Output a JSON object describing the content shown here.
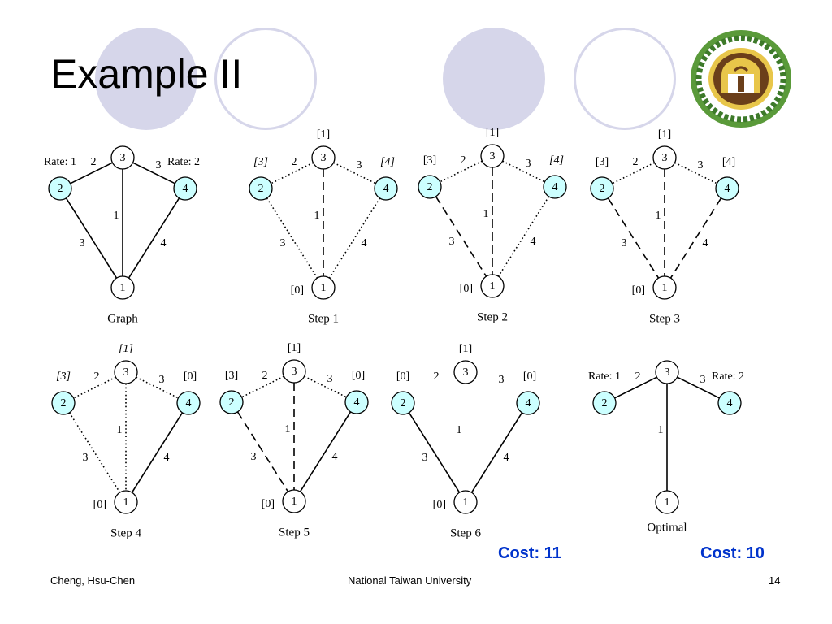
{
  "slide": {
    "title": "Example II",
    "footer_left": "Cheng, Hsu-Chen",
    "footer_center": "National Taiwan University",
    "page_number": "14",
    "accent_color": "#0033cc",
    "cost_labels": [
      "Cost: 11",
      "Cost: 10"
    ]
  },
  "graphs": [
    {
      "caption": "Graph",
      "edges": [
        {
          "from": 3,
          "to": 2,
          "style": "solid",
          "weight": "2"
        },
        {
          "from": 3,
          "to": 4,
          "style": "solid",
          "weight": "3"
        },
        {
          "from": 3,
          "to": 1,
          "style": "solid",
          "weight": "1"
        },
        {
          "from": 2,
          "to": 1,
          "style": "solid",
          "weight": "3"
        },
        {
          "from": 4,
          "to": 1,
          "style": "solid",
          "weight": "4"
        }
      ],
      "node_labels": {},
      "rate_labels": {
        "2": "Rate: 1",
        "4": "Rate: 2"
      }
    },
    {
      "caption": "Step 1",
      "edges": [
        {
          "from": 3,
          "to": 2,
          "style": "dotted",
          "weight": "2"
        },
        {
          "from": 3,
          "to": 4,
          "style": "dotted",
          "weight": "3"
        },
        {
          "from": 3,
          "to": 1,
          "style": "dashed",
          "weight": "1"
        },
        {
          "from": 2,
          "to": 1,
          "style": "dotted",
          "weight": "3"
        },
        {
          "from": 4,
          "to": 1,
          "style": "dotted",
          "weight": "4"
        }
      ],
      "node_labels": {
        "3": {
          "text": "[1]",
          "italic": false
        },
        "2": {
          "text": "[3]",
          "italic": true
        },
        "4": {
          "text": "[4]",
          "italic": true
        },
        "1": {
          "text": "[0]",
          "italic": false
        }
      }
    },
    {
      "caption": "Step 2",
      "edges": [
        {
          "from": 3,
          "to": 2,
          "style": "dotted",
          "weight": "2"
        },
        {
          "from": 3,
          "to": 4,
          "style": "dotted",
          "weight": "3"
        },
        {
          "from": 3,
          "to": 1,
          "style": "dashed",
          "weight": "1"
        },
        {
          "from": 2,
          "to": 1,
          "style": "dashed",
          "weight": "3"
        },
        {
          "from": 4,
          "to": 1,
          "style": "dotted",
          "weight": "4"
        }
      ],
      "node_labels": {
        "3": {
          "text": "[1]",
          "italic": false
        },
        "2": {
          "text": "[3]",
          "italic": false
        },
        "4": {
          "text": "[4]",
          "italic": true
        },
        "1": {
          "text": "[0]",
          "italic": false
        }
      }
    },
    {
      "caption": "Step 3",
      "edges": [
        {
          "from": 3,
          "to": 2,
          "style": "dotted",
          "weight": "2"
        },
        {
          "from": 3,
          "to": 4,
          "style": "dotted",
          "weight": "3"
        },
        {
          "from": 3,
          "to": 1,
          "style": "dashed",
          "weight": "1"
        },
        {
          "from": 2,
          "to": 1,
          "style": "dashed",
          "weight": "3"
        },
        {
          "from": 4,
          "to": 1,
          "style": "dashed",
          "weight": "4"
        }
      ],
      "node_labels": {
        "3": {
          "text": "[1]",
          "italic": false
        },
        "2": {
          "text": "[3]",
          "italic": false
        },
        "4": {
          "text": "[4]",
          "italic": false
        },
        "1": {
          "text": "[0]",
          "italic": false
        }
      }
    },
    {
      "caption": "Step 4",
      "edges": [
        {
          "from": 3,
          "to": 2,
          "style": "dotted",
          "weight": "2"
        },
        {
          "from": 3,
          "to": 4,
          "style": "dotted",
          "weight": "3"
        },
        {
          "from": 3,
          "to": 1,
          "style": "dotted",
          "weight": "1"
        },
        {
          "from": 2,
          "to": 1,
          "style": "dotted",
          "weight": "3"
        },
        {
          "from": 4,
          "to": 1,
          "style": "solid",
          "weight": "4"
        }
      ],
      "node_labels": {
        "3": {
          "text": "[1]",
          "italic": true
        },
        "2": {
          "text": "[3]",
          "italic": true
        },
        "4": {
          "text": "[0]",
          "italic": false
        },
        "1": {
          "text": "[0]",
          "italic": false
        }
      }
    },
    {
      "caption": "Step 5",
      "edges": [
        {
          "from": 3,
          "to": 2,
          "style": "dotted",
          "weight": "2"
        },
        {
          "from": 3,
          "to": 4,
          "style": "dotted",
          "weight": "3"
        },
        {
          "from": 3,
          "to": 1,
          "style": "dashed",
          "weight": "1"
        },
        {
          "from": 2,
          "to": 1,
          "style": "dashed",
          "weight": "3"
        },
        {
          "from": 4,
          "to": 1,
          "style": "solid",
          "weight": "4"
        }
      ],
      "node_labels": {
        "3": {
          "text": "[1]",
          "italic": false
        },
        "2": {
          "text": "[3]",
          "italic": false
        },
        "4": {
          "text": "[0]",
          "italic": false
        },
        "1": {
          "text": "[0]",
          "italic": false
        }
      }
    },
    {
      "caption": "Step 6",
      "edges": [
        {
          "from": 3,
          "to": 2,
          "style": "none",
          "weight": "2"
        },
        {
          "from": 3,
          "to": 4,
          "style": "none",
          "weight": "3"
        },
        {
          "from": 3,
          "to": 1,
          "style": "none",
          "weight": "1"
        },
        {
          "from": 2,
          "to": 1,
          "style": "solid",
          "weight": "3"
        },
        {
          "from": 4,
          "to": 1,
          "style": "solid",
          "weight": "4"
        }
      ],
      "node_labels": {
        "3": {
          "text": "[1]",
          "italic": false
        },
        "2": {
          "text": "[0]",
          "italic": false
        },
        "4": {
          "text": "[0]",
          "italic": false
        },
        "1": {
          "text": "[0]",
          "italic": false
        }
      }
    },
    {
      "caption": "Optimal",
      "edges": [
        {
          "from": 3,
          "to": 2,
          "style": "solid",
          "weight": "2"
        },
        {
          "from": 3,
          "to": 4,
          "style": "solid",
          "weight": "3"
        },
        {
          "from": 3,
          "to": 1,
          "style": "solid",
          "weight": "1"
        }
      ],
      "node_labels": {},
      "rate_labels": {
        "2": "Rate: 1",
        "4": "Rate: 2"
      }
    }
  ]
}
